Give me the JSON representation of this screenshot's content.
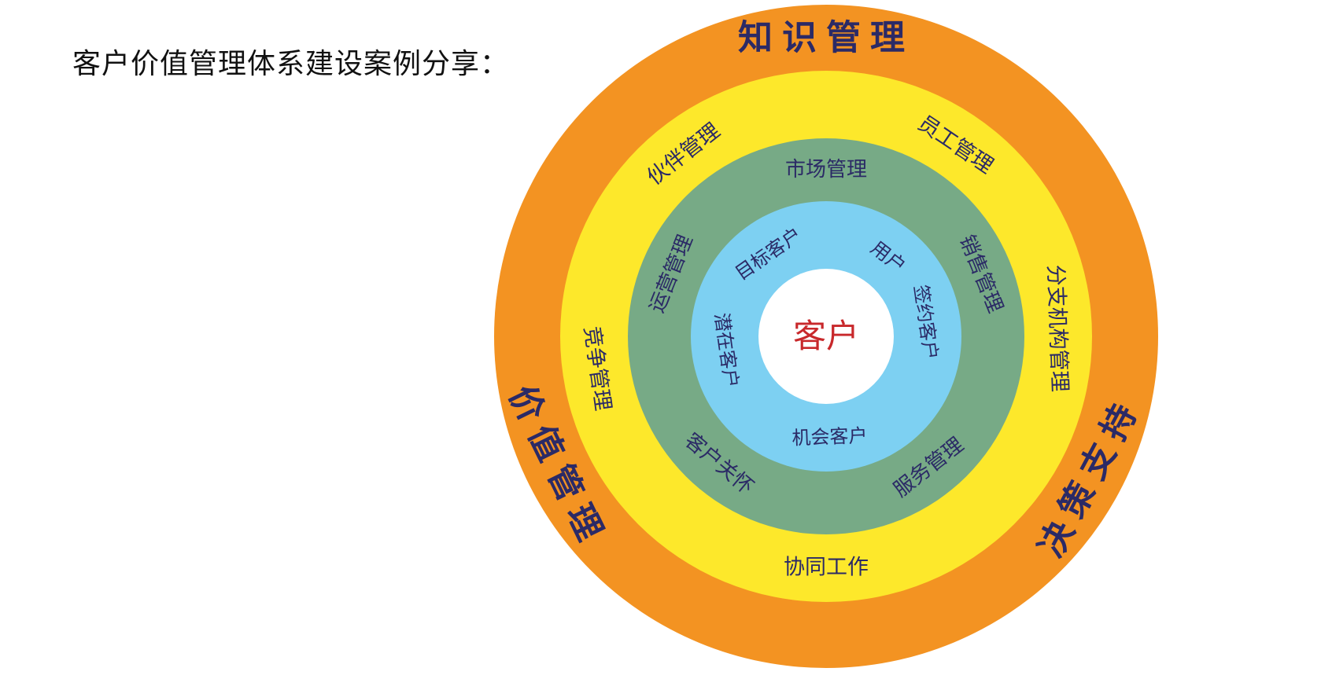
{
  "title": "客户价值管理体系建设案例分享：",
  "diagram": {
    "center": "客户",
    "inner_ring": [
      "目标客户",
      "用户",
      "签约客户",
      "机会客户",
      "潜在客户"
    ],
    "middle_ring": [
      "市场管理",
      "销售管理",
      "服务管理",
      "客户关怀",
      "运营管理"
    ],
    "outer_ring": [
      "员工管理",
      "分支机构管理",
      "协同工作",
      "竞争管理",
      "伙伴管理"
    ],
    "outermost_ring": [
      "知识管理",
      "决策支持",
      "价值管理"
    ],
    "colors": {
      "outermost": "#F39322",
      "outer": "#FDE82B",
      "middle": "#77AA86",
      "inner": "#7DD0F2",
      "center": "#FFFFFF",
      "text": "#2B2A66",
      "center_text": "#C8282B"
    }
  }
}
